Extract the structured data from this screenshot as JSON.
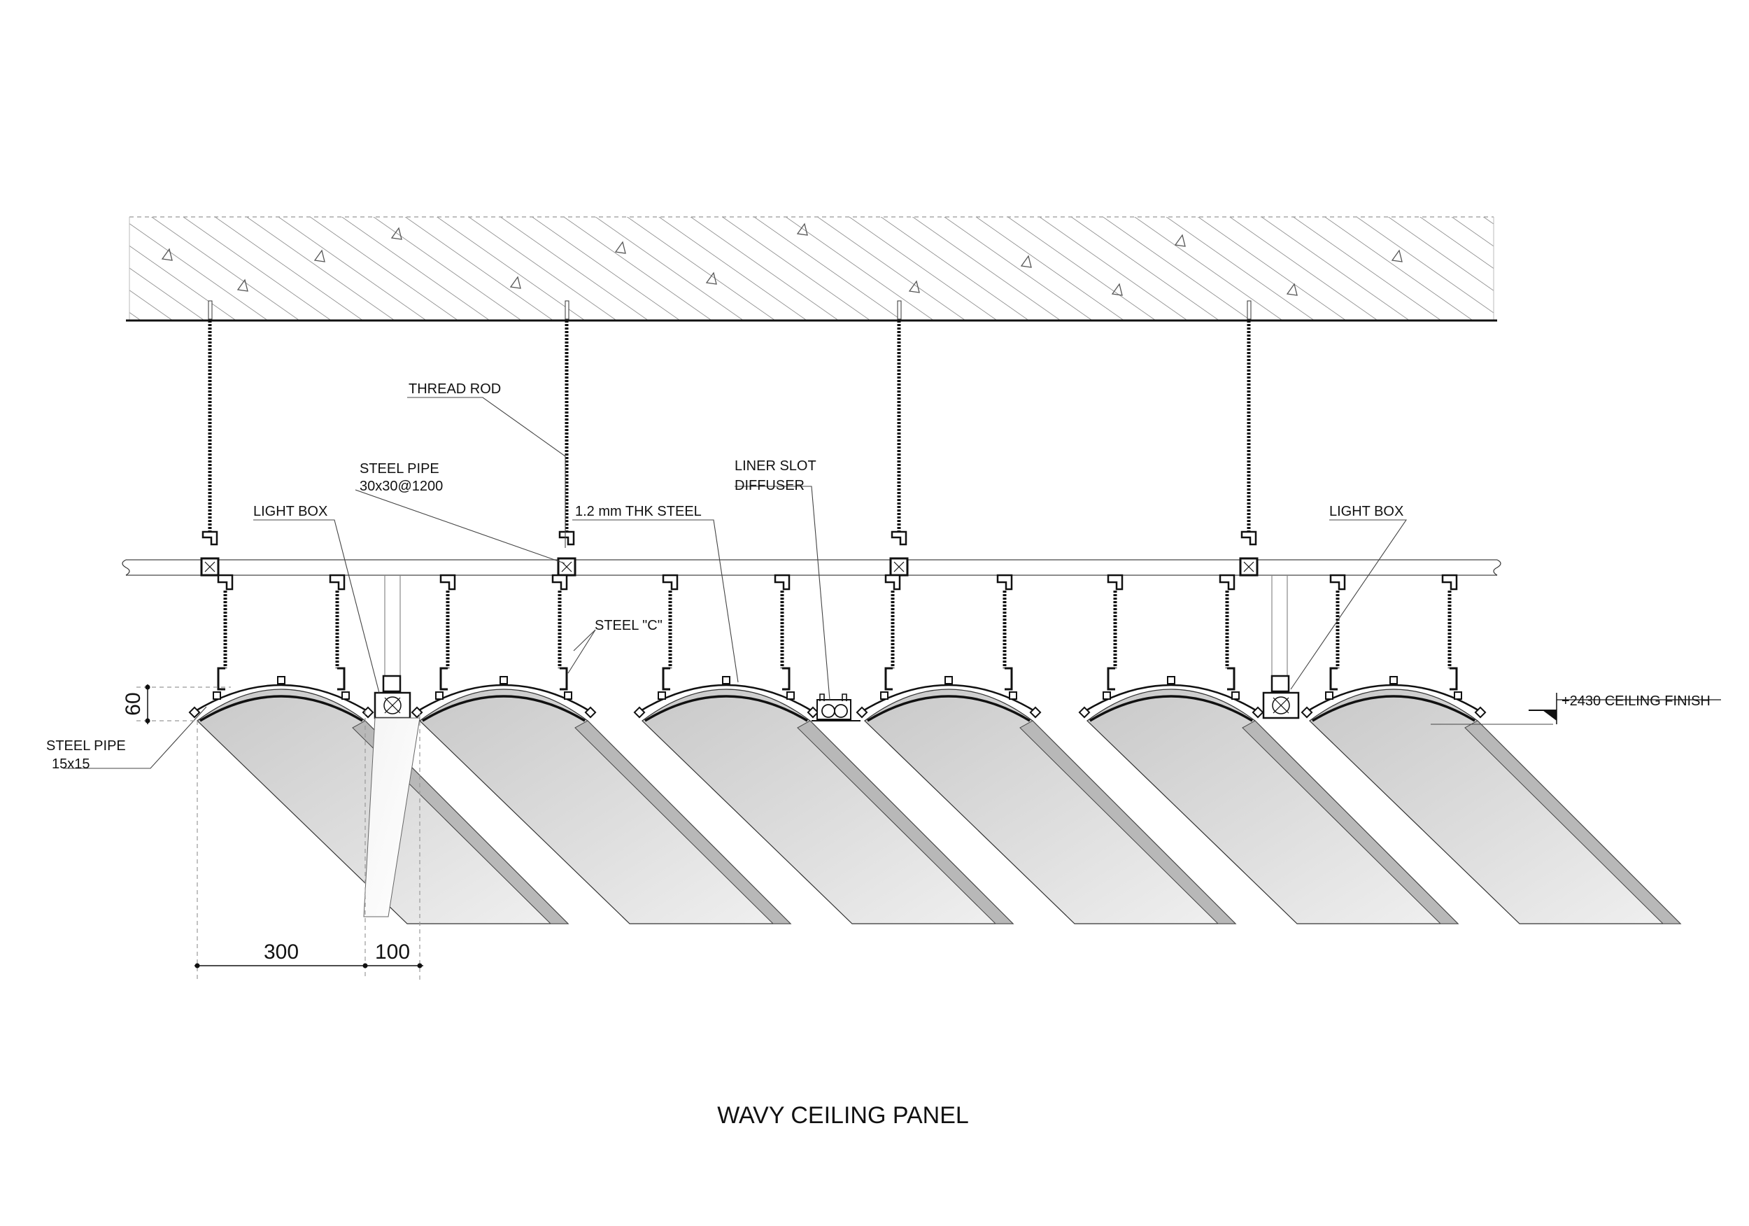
{
  "title": "WAVY CEILING PANEL",
  "labels": {
    "thread_rod": "THREAD ROD",
    "steel_pipe_main_1": "STEEL PIPE",
    "steel_pipe_main_2": "30x30@1200",
    "light_box_left": "LIGHT BOX",
    "light_box_right": "LIGHT BOX",
    "thk_steel": "1.2 mm THK STEEL",
    "liner_slot_1": "LINER SLOT",
    "liner_slot_2": "DIFFUSER",
    "steel_c": "STEEL \"C\"",
    "ceiling_finish": "+2430 CEILING FINISH",
    "steel_pipe_small_1": "STEEL PIPE",
    "steel_pipe_small_2": "15x15"
  },
  "dimensions": {
    "panel_height": "60",
    "panel_width": "300",
    "gap_width": "100"
  },
  "colors": {
    "line": "#111111",
    "panel_fill": "#cfcfcf",
    "hatch": "#666666"
  }
}
